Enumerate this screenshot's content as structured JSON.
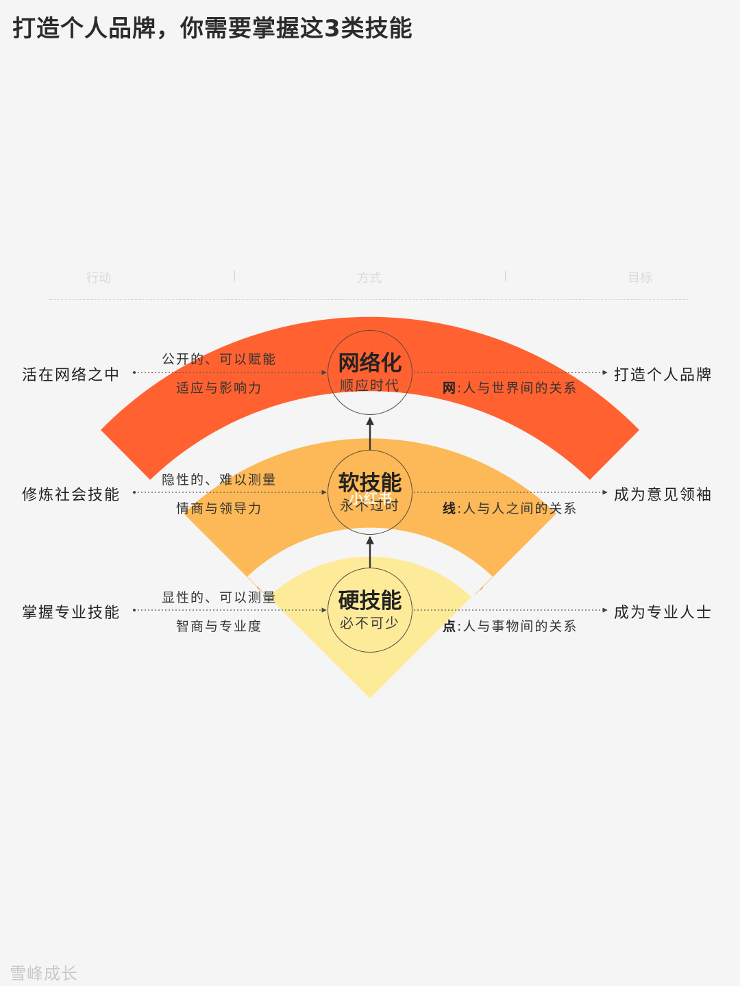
{
  "title": "打造个人品牌，你需要掌握这3类技能",
  "headers": {
    "action": "行动",
    "method": "方式",
    "goal": "目标"
  },
  "rows": [
    {
      "action": "活在网络之中",
      "desc_top": "公开的、可以赋能",
      "desc_bottom": "适应与影响力",
      "node_title": "网络化",
      "node_sub": "顺应时代",
      "rel_key": "网",
      "rel_text": ":人与世界间的关系",
      "goal": "打造个人品牌"
    },
    {
      "action": "修炼社会技能",
      "desc_top": "隐性的、难以测量",
      "desc_bottom": "情商与领导力",
      "node_title": "软技能",
      "node_sub": "永不过时",
      "rel_key": "线",
      "rel_text": ":人与人之间的关系",
      "goal": "成为意见领袖"
    },
    {
      "action": "掌握专业技能",
      "desc_top": "显性的、可以测量",
      "desc_bottom": "智商与专业度",
      "node_title": "硬技能",
      "node_sub": "必不可少",
      "rel_key": "点",
      "rel_text": ":人与事物间的关系",
      "goal": "成为专业人士"
    }
  ],
  "colors": {
    "outer": "#ff6230",
    "middle": "#fdb957",
    "inner": "#feeb9a"
  },
  "watermark": "小红书",
  "footer": "雪峰成长"
}
